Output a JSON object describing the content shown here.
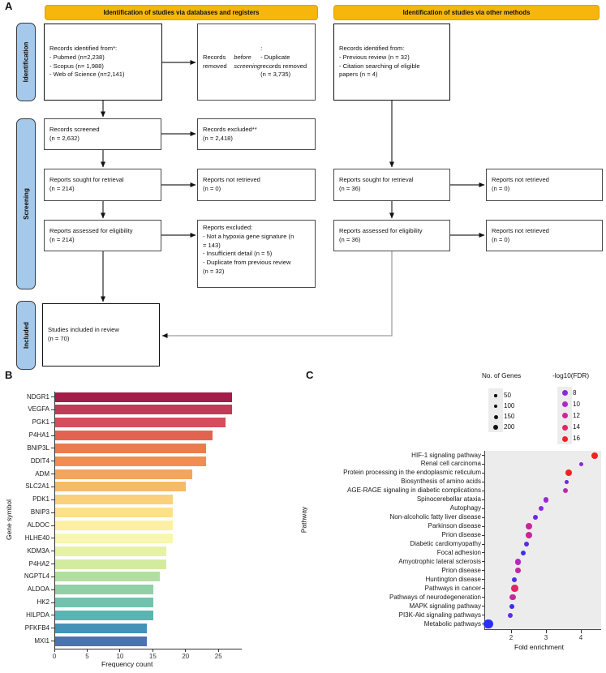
{
  "colors": {
    "banner_bg": "#F6B60B",
    "stage_bg": "#A4C9EA",
    "plot_bg": "#ECECEC",
    "axis": "#333333",
    "arrow": "#2b2b2b",
    "elbow_arrow": "#9a9a9a"
  },
  "panel_a": {
    "label": "A",
    "header_left": "Identification of studies via databases and registers",
    "header_right": "Identification of studies via other methods",
    "stage_identification": "Identification",
    "stage_screening": "Screening",
    "stage_included": "Included",
    "box_db_records": "Records identified from*:\n- Pubmed (n=2,238)\n- Scopus (n= 1,988)\n- Web of Science (n=2,141)",
    "box_removed_html": "Records removed <i>before\nscreening</i>:\n- Duplicate records removed\n(n = 3,735)",
    "box_other_records": "Records identified from:\n- Previous review (n = 32)\n- Citation searching of eligible\npapers (n = 4)",
    "box_screened": "Records screened\n(n = 2,632)",
    "box_excluded": "Records excluded**\n(n = 2,418)",
    "box_retrieval_db": "Reports sought for retrieval\n(n = 214)",
    "box_not_retrieved_db": "Reports not retrieved\n(n = 0)",
    "box_retrieval_other": "Reports sought for retrieval\n(n = 36)",
    "box_not_retrieved_other": "Reports not retrieved\n(n = 0)",
    "box_eligibility_db": "Reports assessed for eligibility\n(n = 214)",
    "box_reports_excluded": "Reports excluded:\n- Not a hypoxia gene signature (n\n= 143)\n- Insufficient detail (n = 5)\n- Duplicate from previous review\n(n = 32)",
    "box_eligibility_other": "Reports assessed for eligibility\n(n = 36)",
    "box_not_retrieved_other2": "Reports not retrieved\n(n = 0)",
    "box_included": "Studies included in review\n(n = 70)"
  },
  "panel_b": {
    "label": "B"
  },
  "panel_c": {
    "label": "C",
    "legend_genes": {
      "title": "No. of Genes",
      "sizes": [
        50,
        100,
        150,
        200
      ],
      "dot_diameters": [
        3.2,
        4.2,
        5,
        5.8
      ],
      "dot_color": "#111111"
    },
    "legend_fdr": {
      "title": "-log10(FDR)",
      "values": [
        8,
        10,
        12,
        14,
        16
      ],
      "colors": [
        "#8A28DA",
        "#B027C4",
        "#CC2698",
        "#E62366",
        "#F32121"
      ],
      "dot_diameter": 7
    }
  },
  "chart_data": [
    {
      "type": "bar",
      "orientation": "horizontal",
      "title": "",
      "xlabel": "Frequency count",
      "ylabel": "Gene symbol",
      "categories": [
        "NDGR1",
        "VEGFA",
        "PGK1",
        "P4HA1",
        "BNIP3L",
        "DDIT4",
        "ADM",
        "SLC2A1",
        "PDK1",
        "BNIP3",
        "ALDOC",
        "HLHE40",
        "KDM3A",
        "P4HA2",
        "NGPTL4",
        "ALDOA",
        "HK2",
        "HILPDA",
        "PFKFB4",
        "MXI1"
      ],
      "values": [
        27,
        27,
        26,
        24,
        23,
        23,
        21,
        20,
        18,
        18,
        18,
        18,
        17,
        17,
        16,
        15,
        15,
        15,
        14,
        14
      ],
      "xticks": [
        0,
        5,
        10,
        15,
        20,
        25
      ],
      "xlim": [
        0,
        28.5
      ],
      "grid": false,
      "bar_colors": [
        "#A21D47",
        "#C23A56",
        "#D44E5C",
        "#E26450",
        "#EB7A4F",
        "#F08E51",
        "#F4A55C",
        "#F7BA6A",
        "#FAD07C",
        "#FCE08C",
        "#FDF0A4",
        "#F7F7B2",
        "#E6F2A4",
        "#D3EB9F",
        "#B3DEA3",
        "#90D0A7",
        "#72C3AD",
        "#59B5B1",
        "#4492B8",
        "#4D71B2"
      ]
    },
    {
      "type": "scatter",
      "title": "",
      "xlabel": "Fold enrichment",
      "ylabel": "Pathway",
      "xticks": [
        2,
        3,
        4
      ],
      "xlim": [
        1.2,
        4.55
      ],
      "grid": false,
      "size_encoding": "No. of Genes",
      "color_encoding": "-log10(FDR)",
      "points": [
        {
          "label": "HIF-1 signaling pathway",
          "x": 4.4,
          "genes_est": 100,
          "fdr_est": 16,
          "r": 4,
          "color": "#F32121"
        },
        {
          "label": "Renal cell carcinoma",
          "x": 4.0,
          "genes_est": 30,
          "fdr_est": 9,
          "r": 2.5,
          "color": "#8A28DA"
        },
        {
          "label": "Protein processing in the endoplasmic reticulum",
          "x": 3.65,
          "genes_est": 100,
          "fdr_est": 15.5,
          "r": 4,
          "color": "#F32121"
        },
        {
          "label": "Biosynthesis of amino acids",
          "x": 3.6,
          "genes_est": 25,
          "fdr_est": 8,
          "r": 2.4,
          "color": "#6F28E0"
        },
        {
          "label": "AGE-RAGE signaling in diabetic complications",
          "x": 3.55,
          "genes_est": 50,
          "fdr_est": 11,
          "r": 3,
          "color": "#BD27AE"
        },
        {
          "label": "Spinocerebellar ataxia",
          "x": 3.0,
          "genes_est": 65,
          "fdr_est": 10,
          "r": 3.3,
          "color": "#9A28CE"
        },
        {
          "label": "Autophagy",
          "x": 2.85,
          "genes_est": 50,
          "fdr_est": 9,
          "r": 3,
          "color": "#8A28DA"
        },
        {
          "label": "Non-alcoholic fatty liver disease",
          "x": 2.7,
          "genes_est": 50,
          "fdr_est": 8,
          "r": 3,
          "color": "#6F28E0"
        },
        {
          "label": "Parkinson disease",
          "x": 2.5,
          "genes_est": 100,
          "fdr_est": 12,
          "r": 4,
          "color": "#CA2597"
        },
        {
          "label": "Prion disease",
          "x": 2.5,
          "genes_est": 100,
          "fdr_est": 12,
          "r": 4,
          "color": "#CA2597"
        },
        {
          "label": "Diabetic cardiomyopathy",
          "x": 2.45,
          "genes_est": 50,
          "fdr_est": 7.5,
          "r": 3,
          "color": "#5A2AE6"
        },
        {
          "label": "Focal adhesion",
          "x": 2.35,
          "genes_est": 60,
          "fdr_est": 7,
          "r": 3.2,
          "color": "#3E2DF0"
        },
        {
          "label": "Amyotrophic lateral sclerosis",
          "x": 2.2,
          "genes_est": 85,
          "fdr_est": 11,
          "r": 3.7,
          "color": "#B627BC"
        },
        {
          "label": "Prion disease",
          "x": 2.2,
          "genes_est": 70,
          "fdr_est": 11.5,
          "r": 3.4,
          "color": "#C126A8"
        },
        {
          "label": "Huntington disease",
          "x": 2.1,
          "genes_est": 50,
          "fdr_est": 7.2,
          "r": 3,
          "color": "#4C2BEA"
        },
        {
          "label": "Pathways in cancer",
          "x": 2.1,
          "genes_est": 130,
          "fdr_est": 13.5,
          "r": 4.4,
          "color": "#E32363"
        },
        {
          "label": "Pathways of neurodegeneration",
          "x": 2.05,
          "genes_est": 85,
          "fdr_est": 12,
          "r": 3.7,
          "color": "#C9269C"
        },
        {
          "label": "MAPK signaling pathway",
          "x": 2.03,
          "genes_est": 45,
          "fdr_est": 7,
          "r": 2.9,
          "color": "#3E2DF0"
        },
        {
          "label": "PI3K-Akt signaling pathways",
          "x": 1.98,
          "genes_est": 50,
          "fdr_est": 7.5,
          "r": 3,
          "color": "#632AE3"
        },
        {
          "label": "Metabolic pathways",
          "x": 1.35,
          "genes_est": 250,
          "fdr_est": 6.5,
          "r": 5.7,
          "color": "#2B2FF5"
        }
      ]
    }
  ]
}
